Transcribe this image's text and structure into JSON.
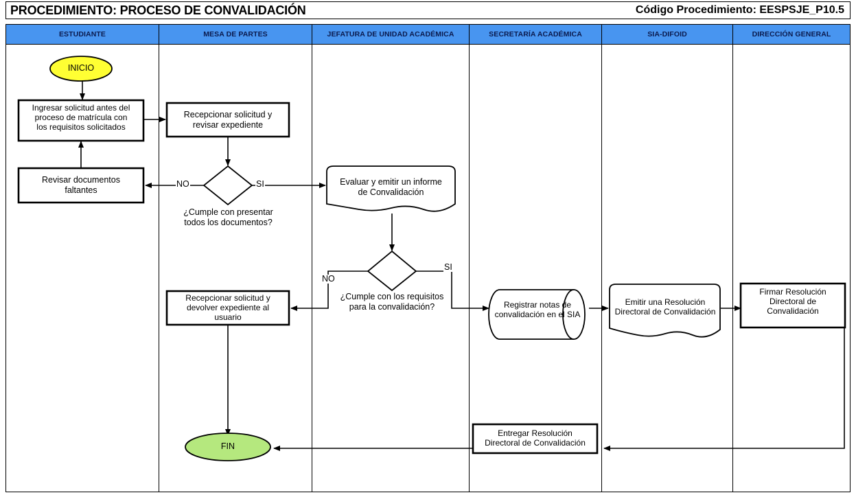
{
  "title": {
    "left": "PROCEDIMIENTO: PROCESO DE CONVALIDACIÓN",
    "right": "Código Procedimiento: EESPSJE_P10.5"
  },
  "colors": {
    "lane_header": "#4895f0",
    "lane_header_text": "#0b1a4d",
    "start_fill": "#ffff33",
    "end_fill": "#b5e87e",
    "shape_fill": "#ffffff",
    "stroke": "#000000",
    "page_background": "#ffffff"
  },
  "lanes": [
    {
      "id": "estudiante",
      "label": "ESTUDIANTE"
    },
    {
      "id": "mesa-partes",
      "label": "MESA DE PARTES"
    },
    {
      "id": "jefatura",
      "label": "JEFATURA DE UNIDAD ACADÉMICA"
    },
    {
      "id": "secretaria",
      "label": "SECRETARÍA ACADÉMICA"
    },
    {
      "id": "sia-difoid",
      "label": "SIA-DIFOID"
    },
    {
      "id": "direccion",
      "label": "DIRECCIÓN GENERAL"
    }
  ],
  "nodes": {
    "inicio": {
      "label": "INICIO",
      "shape": "terminator-start",
      "lane": "estudiante"
    },
    "ingresar": {
      "label": "Ingresar solicitud antes del\nproceso de matrícula con\nlos requisitos solicitados",
      "shape": "process",
      "lane": "estudiante"
    },
    "revisar_doc": {
      "label": "Revisar documentos\nfaltantes",
      "shape": "process",
      "lane": "estudiante"
    },
    "recepcionar": {
      "label": "Recepcionar solicitud y\nrevisar expediente",
      "shape": "process",
      "lane": "mesa-partes"
    },
    "decision1": {
      "label": "¿Cumple con presentar\ntodos los documentos?",
      "shape": "decision",
      "lane": "mesa-partes"
    },
    "devolver": {
      "label": "Recepcionar solicitud y\ndevolver expediente al\nusuario",
      "shape": "process",
      "lane": "mesa-partes"
    },
    "fin": {
      "label": "FIN",
      "shape": "terminator-end",
      "lane": "mesa-partes"
    },
    "evaluar": {
      "label": "Evaluar y emitir un informe\nde Convalidación",
      "shape": "document",
      "lane": "jefatura"
    },
    "decision2": {
      "label": "¿Cumple con los requisitos\npara la convalidación?",
      "shape": "decision",
      "lane": "jefatura"
    },
    "registrar": {
      "label": "Registrar notas de\nconvalidación en el SIA",
      "shape": "database",
      "lane": "secretaria"
    },
    "entregar": {
      "label": "Entregar Resolución\nDirectoral de Convalidación",
      "shape": "process",
      "lane": "secretaria"
    },
    "emitir": {
      "label": "Emitir una Resolución\nDirectoral de Convalidación",
      "shape": "document",
      "lane": "sia-difoid"
    },
    "firmar": {
      "label": "Firmar Resolución\nDirectoral de\nConvalidación",
      "shape": "process",
      "lane": "direccion"
    }
  },
  "edge_labels": {
    "d1_no": "NO",
    "d1_si": "SI",
    "d2_no": "NO",
    "d2_si": "SI"
  },
  "flow_edges": [
    {
      "from": "inicio",
      "to": "ingresar"
    },
    {
      "from": "ingresar",
      "to": "recepcionar"
    },
    {
      "from": "recepcionar",
      "to": "decision1"
    },
    {
      "from": "decision1",
      "to": "revisar_doc",
      "label": "NO"
    },
    {
      "from": "decision1",
      "to": "evaluar",
      "label": "SI"
    },
    {
      "from": "revisar_doc",
      "to": "ingresar"
    },
    {
      "from": "evaluar",
      "to": "decision2"
    },
    {
      "from": "decision2",
      "to": "devolver",
      "label": "NO"
    },
    {
      "from": "decision2",
      "to": "registrar",
      "label": "SI"
    },
    {
      "from": "registrar",
      "to": "emitir"
    },
    {
      "from": "emitir",
      "to": "firmar"
    },
    {
      "from": "firmar",
      "to": "entregar"
    },
    {
      "from": "entregar",
      "to": "fin"
    },
    {
      "from": "devolver",
      "to": "fin"
    }
  ]
}
